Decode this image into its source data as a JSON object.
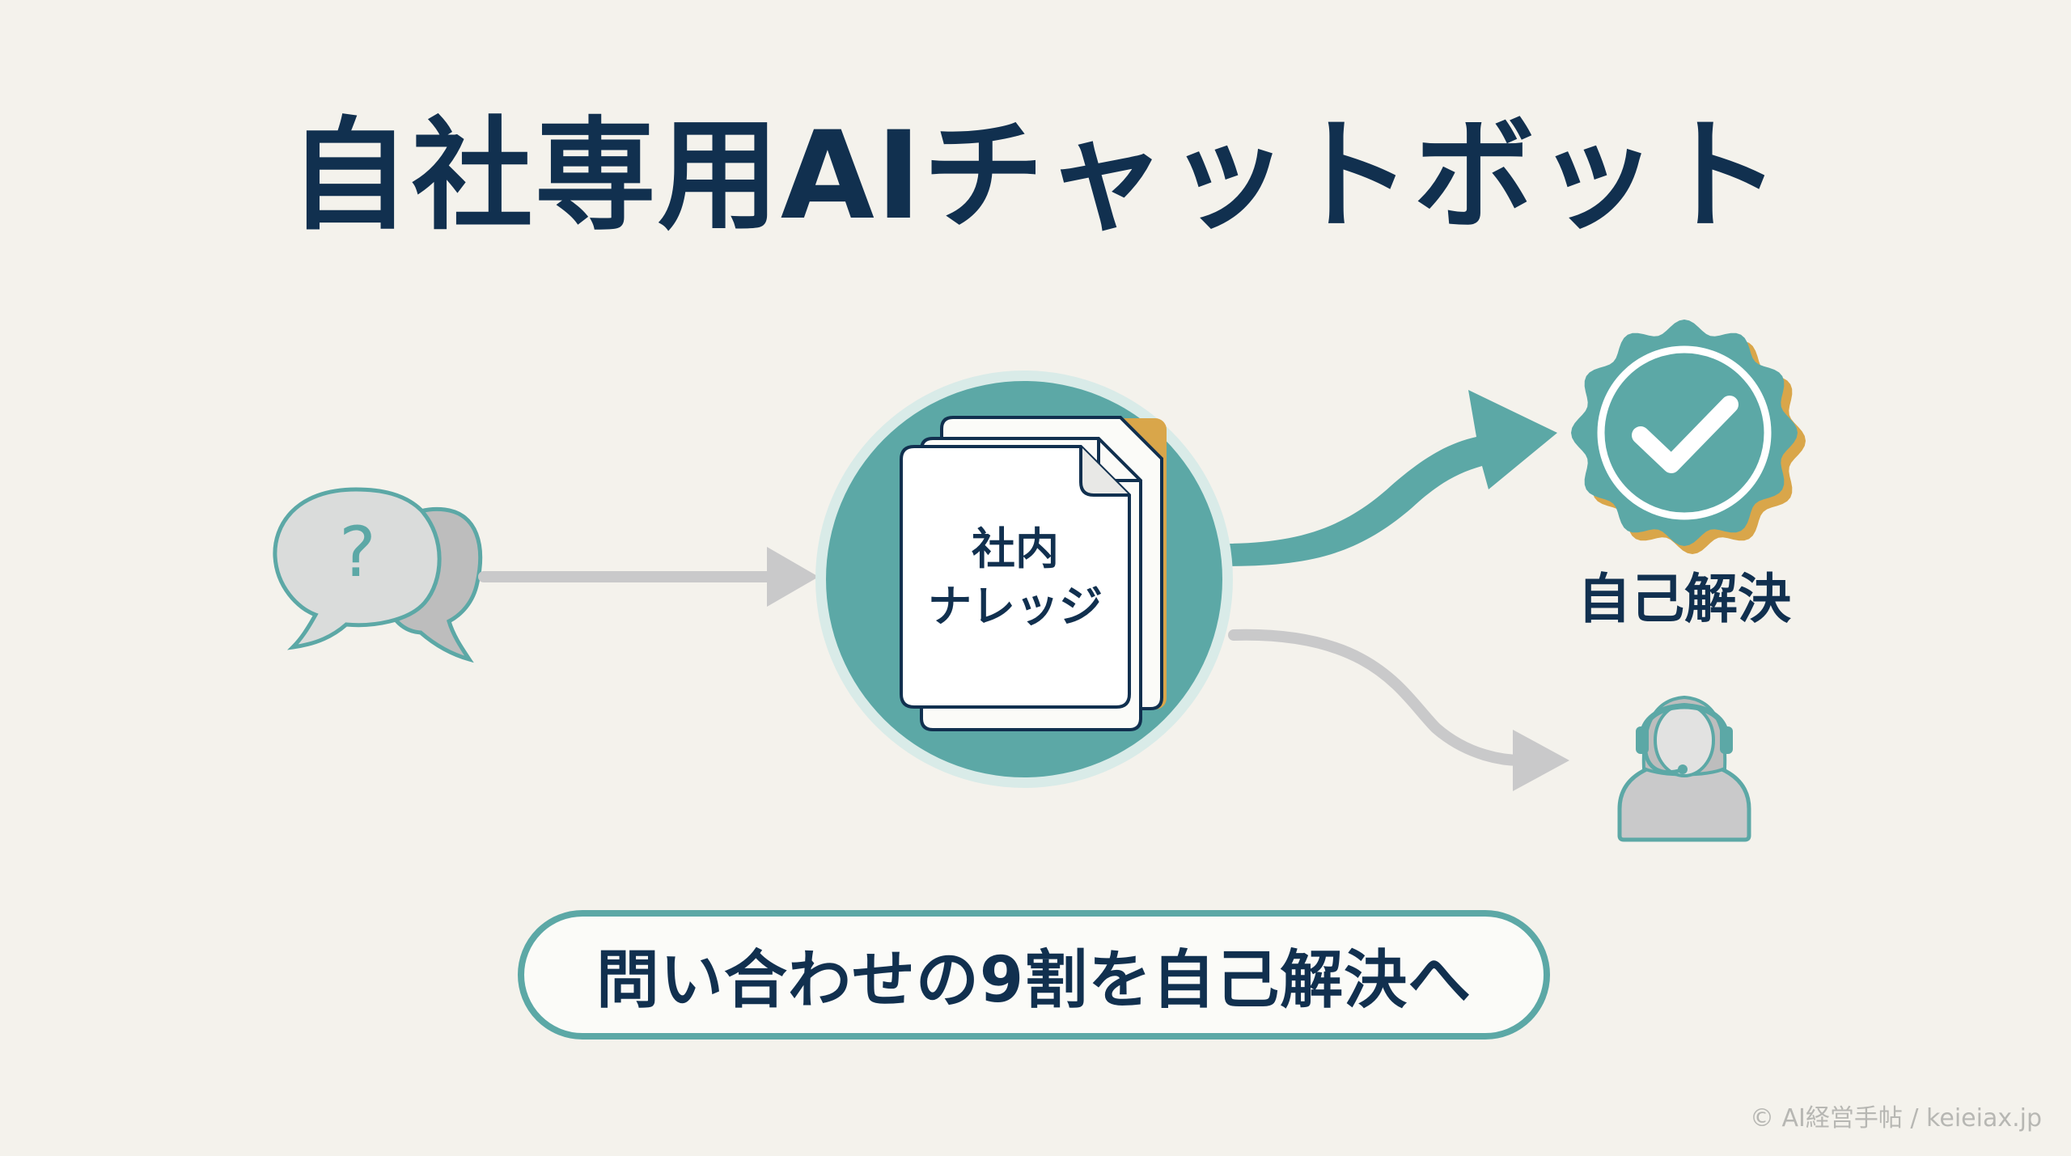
{
  "title": "自社専用AIチャットボット",
  "knowledge_label_line1": "社内",
  "knowledge_label_line2": "ナレッジ",
  "self_resolve_label": "自己解決",
  "bottom_message": "問い合わせの9割を自己解決へ",
  "footer": "© AI経営手帖 / keieiax.jp",
  "icons": {
    "question": "question-bubble-icon",
    "documents": "documents-icon",
    "check": "check-badge-icon",
    "operator": "operator-headset-icon"
  },
  "colors": {
    "background": "#f4f2ec",
    "title": "#11304f",
    "teal": "#5ca8a6",
    "teal_light": "#d9ebe8",
    "gray_arrow": "#c9c9ca",
    "gold": "#d9a64a"
  }
}
